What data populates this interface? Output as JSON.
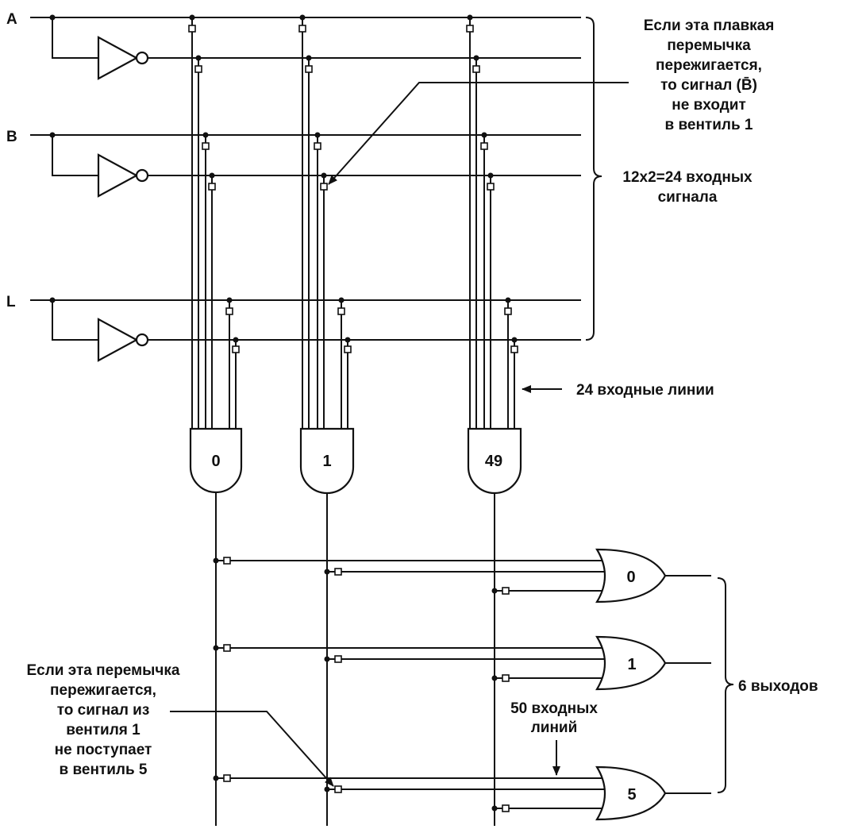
{
  "inputs": [
    "A",
    "B",
    "L"
  ],
  "and_gates": [
    "0",
    "1",
    "49"
  ],
  "or_gates": [
    "0",
    "1",
    "5"
  ],
  "notes": {
    "top_fuse": [
      "Если эта плавкая",
      "перемычка",
      "пережигается,",
      "то сигнал (B̄)",
      "не входит",
      "в вентиль 1"
    ],
    "input_count": [
      "12x2=24 входных",
      "сигнала"
    ],
    "input_lines": "24 входные линии",
    "bottom_fuse": [
      "Если эта перемычка",
      "пережигается,",
      "то сигнал из",
      "вентиля 1",
      "не поступает",
      "в вентиль 5"
    ],
    "or_input_lines": [
      "50 входных",
      "линий"
    ],
    "outputs": "6 выходов"
  }
}
